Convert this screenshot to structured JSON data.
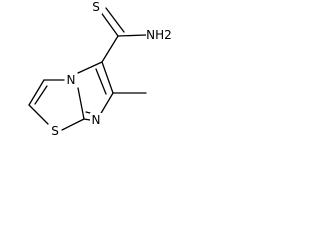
{
  "structure": {
    "atoms": {
      "S_ring": "S",
      "N_bridge": "N",
      "N_ring": "N",
      "S_thio": "S",
      "NH2": "NH2"
    }
  }
}
